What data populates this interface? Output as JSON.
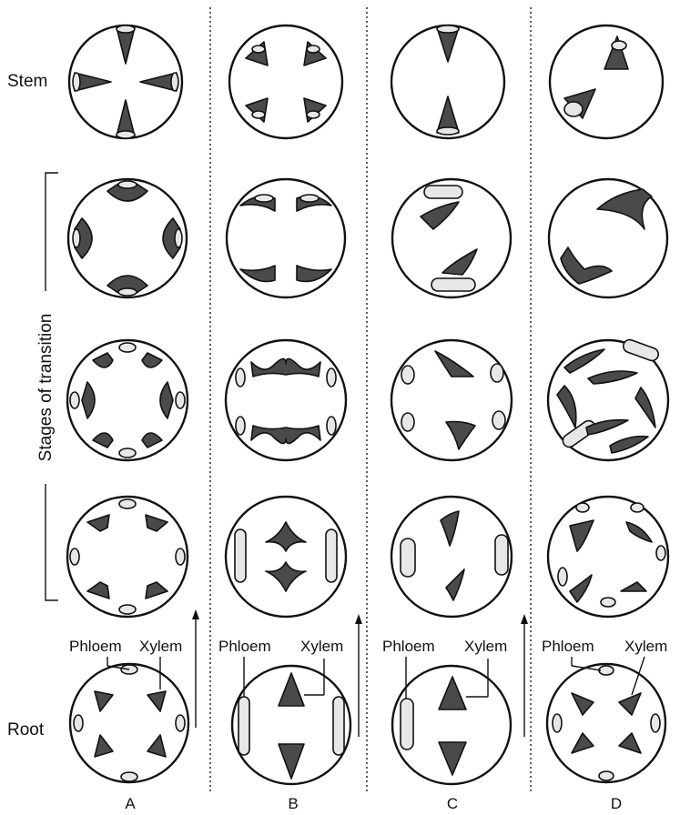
{
  "labels": {
    "stem": "Stem",
    "root": "Root",
    "stages": "Stages of transition",
    "phloem": "Phloem",
    "xylem": "Xylem"
  },
  "columns": [
    {
      "id": "A",
      "label": "A",
      "phloem_label": "Phloem",
      "xylem_label": "Xylem"
    },
    {
      "id": "B",
      "label": "B",
      "phloem_label": "Phloem",
      "xylem_label": "Xylem"
    },
    {
      "id": "C",
      "label": "C",
      "phloem_label": "Phloem",
      "xylem_label": "Xylem"
    },
    {
      "id": "D",
      "label": "D",
      "phloem_label": "Phloem",
      "xylem_label": "Xylem"
    }
  ],
  "colors": {
    "line": "#111111",
    "xylem": "#4a4a4a",
    "phloem": "#e7e7e7"
  }
}
